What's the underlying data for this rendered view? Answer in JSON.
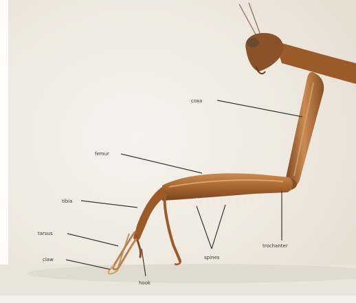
{
  "labels": {
    "coxa": "coxa",
    "femur": "femur",
    "tibia": "tibia",
    "tarsus": "tarsus",
    "claw": "claw",
    "hook": "hook",
    "spines": "spines",
    "trochanter": "trochanter"
  },
  "colors": {
    "background_warm": "#efe8df",
    "background_light": "#f7f4f0",
    "body_brown": "#9a5a2a",
    "body_light": "#c98b52",
    "body_dark": "#6b3a1a",
    "leader_line": "#3a3530",
    "floor_shadow": "#d9d2c8"
  }
}
